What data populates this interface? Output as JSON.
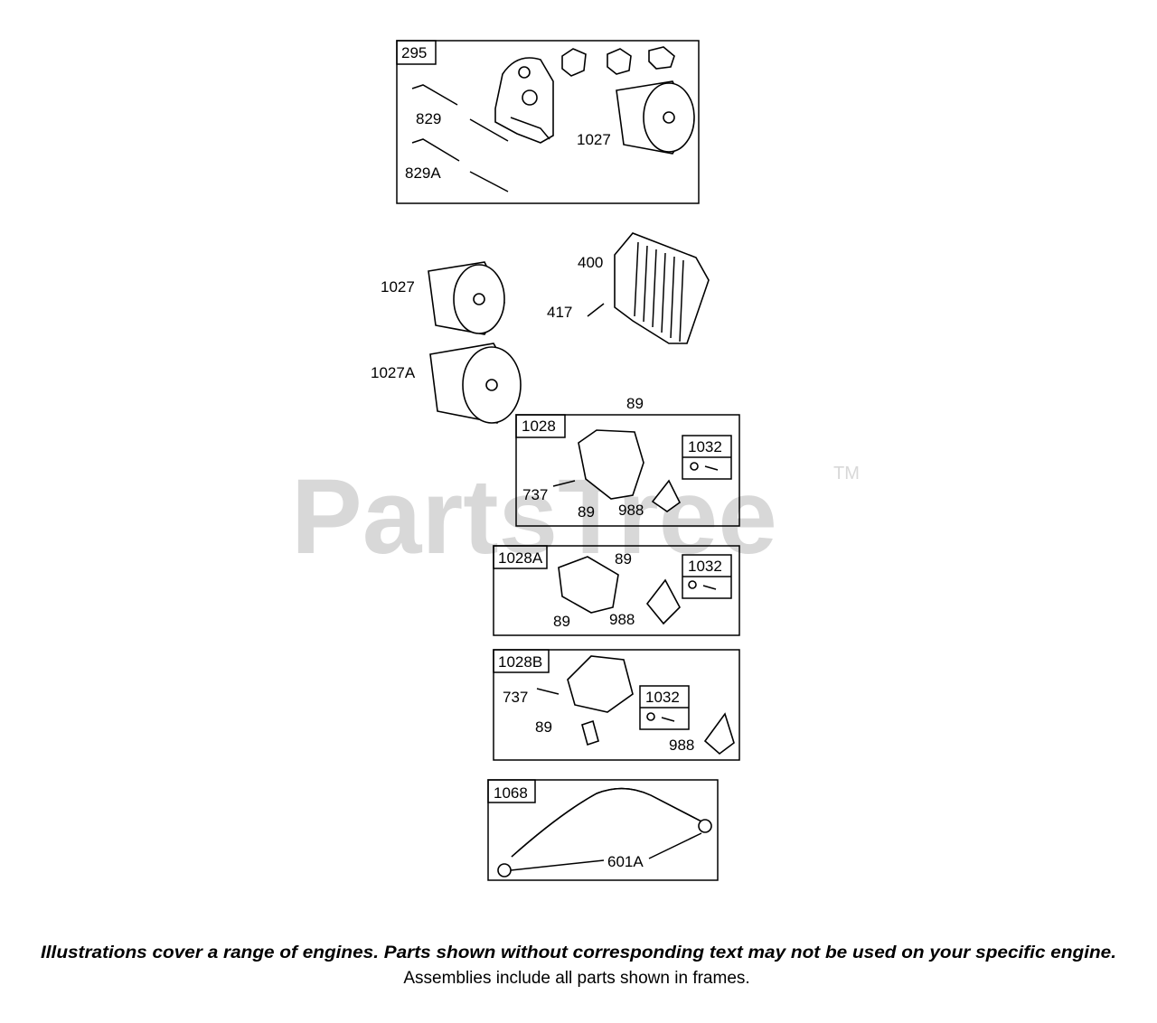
{
  "watermark": {
    "text": "PartsTree",
    "trademark": "TM"
  },
  "groups": {
    "g295": {
      "id": "295",
      "labels": [
        "829",
        "829A",
        "1027"
      ]
    },
    "loose": {
      "labels": [
        "1027",
        "1027A",
        "400",
        "417"
      ]
    },
    "g1028": {
      "id": "1028",
      "sub": "1032",
      "labels": [
        "89",
        "737",
        "89",
        "988"
      ]
    },
    "g1028A": {
      "id": "1028A",
      "sub": "1032",
      "labels": [
        "89",
        "89",
        "988"
      ]
    },
    "g1028B": {
      "id": "1028B",
      "sub": "1032",
      "labels": [
        "737",
        "89",
        "988"
      ]
    },
    "g1068": {
      "id": "1068",
      "labels": [
        "601A"
      ]
    }
  },
  "disclaimer": {
    "line1": "Illustrations cover a range of engines. Parts shown without corresponding text may not be used on your specific engine.",
    "line2": "Assemblies include all parts shown in frames."
  }
}
